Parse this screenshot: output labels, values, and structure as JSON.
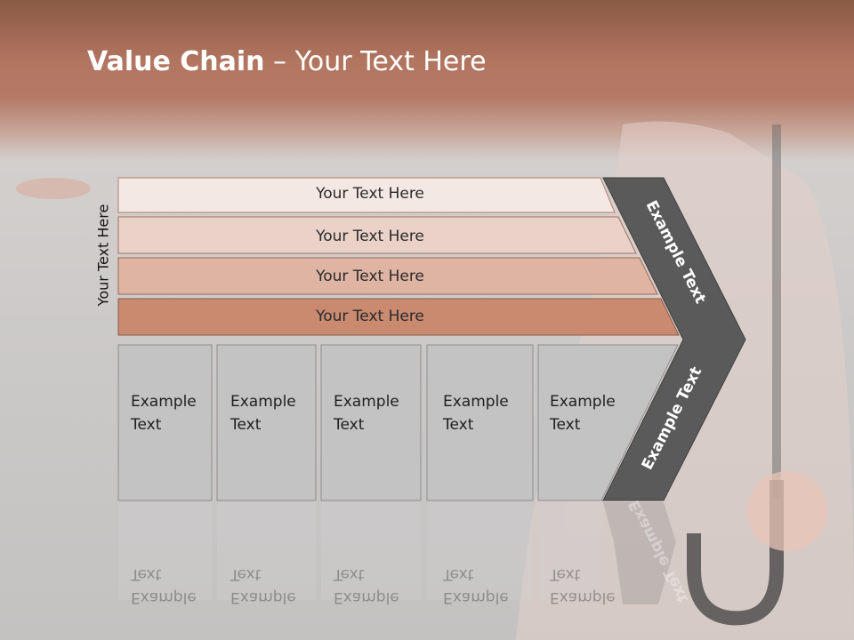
{
  "title": {
    "bold": "Value Chain",
    "rest": " – Your Text Here"
  },
  "side_label": "Your Text Here",
  "bars": [
    {
      "label": "Your Text Here",
      "color": "#f4e8e4"
    },
    {
      "label": "Your Text Here",
      "color": "#ead2c8"
    },
    {
      "label": "Your Text Here",
      "color": "#dfb4a3"
    },
    {
      "label": "Your Text Here",
      "color": "#c98a70"
    }
  ],
  "boxes": [
    {
      "label": "Example\nText"
    },
    {
      "label": "Example\nText"
    },
    {
      "label": "Example\nText"
    },
    {
      "label": "Example\nText"
    },
    {
      "label": "Example\nText"
    }
  ],
  "chevron": {
    "top_label": "Example Text",
    "bottom_label": "Example Text",
    "color": "#5a5a5a"
  }
}
